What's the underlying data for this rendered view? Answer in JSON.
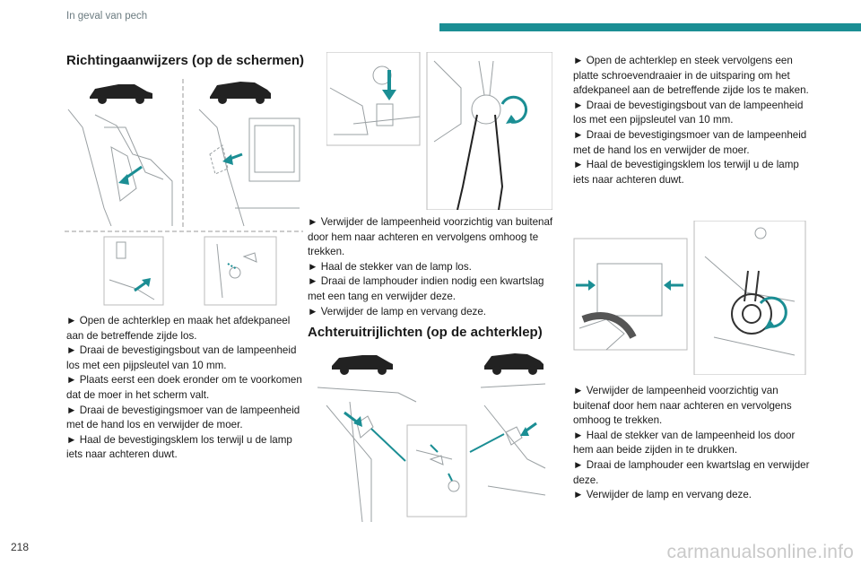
{
  "header": {
    "title": "In geval van pech",
    "accent_color": "#1b8e94"
  },
  "page_number": "218",
  "watermark": "carmanualsonline.info",
  "col1": {
    "heading": "Richtingaanwijzers (op de schermen)",
    "steps": [
      "► Open de achterklep en maak het afdekpaneel aan de betreffende zijde los.",
      "► Draai de bevestigingsbout van de lampeenheid los met een pijpsleutel van 10 mm.",
      "► Plaats eerst een doek eronder om te voorkomen dat de moer in het scherm valt.",
      "► Draai de bevestigingsmoer van de lampeenheid met de hand los en verwijder de moer.",
      "► Haal de bevestigingsklem los terwijl u de lamp iets naar achteren duwt."
    ]
  },
  "col2": {
    "steps": [
      "► Verwijder de lampeenheid voorzichtig van buitenaf door hem naar achteren en vervolgens omhoog te trekken.",
      "► Haal de stekker van de lamp los.",
      "► Draai de lamphouder indien nodig een kwartslag met een tang en verwijder deze.",
      "► Verwijder de lamp en vervang deze."
    ],
    "heading": "Achteruitrijlichten (op de achterklep)"
  },
  "col3": {
    "steps_top": [
      "► Open de achterklep en steek vervolgens een platte schroevendraaier in de uitsparing om het afdekpaneel aan de betreffende zijde los te maken.",
      "► Draai de bevestigingsbout van de lampeenheid los met een pijpsleutel van 10 mm.",
      "► Draai de bevestigingsmoer van de lampeenheid met de hand los en verwijder de moer.",
      "► Haal de bevestigingsklem los terwijl u de lamp iets naar achteren duwt."
    ],
    "steps_bottom": [
      "► Verwijder de lampeenheid voorzichtig van buitenaf door hem naar achteren en vervolgens omhoog te trekken.",
      "► Haal de stekker van de lampeenheid los door hem aan beide zijden in te drukken.",
      "► Draai de lamphouder een kwartslag en verwijder deze.",
      "► Verwijder de lamp en vervang deze."
    ]
  },
  "colors": {
    "arrow": "#1b8e94",
    "line_art": "#9aa0a3",
    "car": "#222222"
  }
}
